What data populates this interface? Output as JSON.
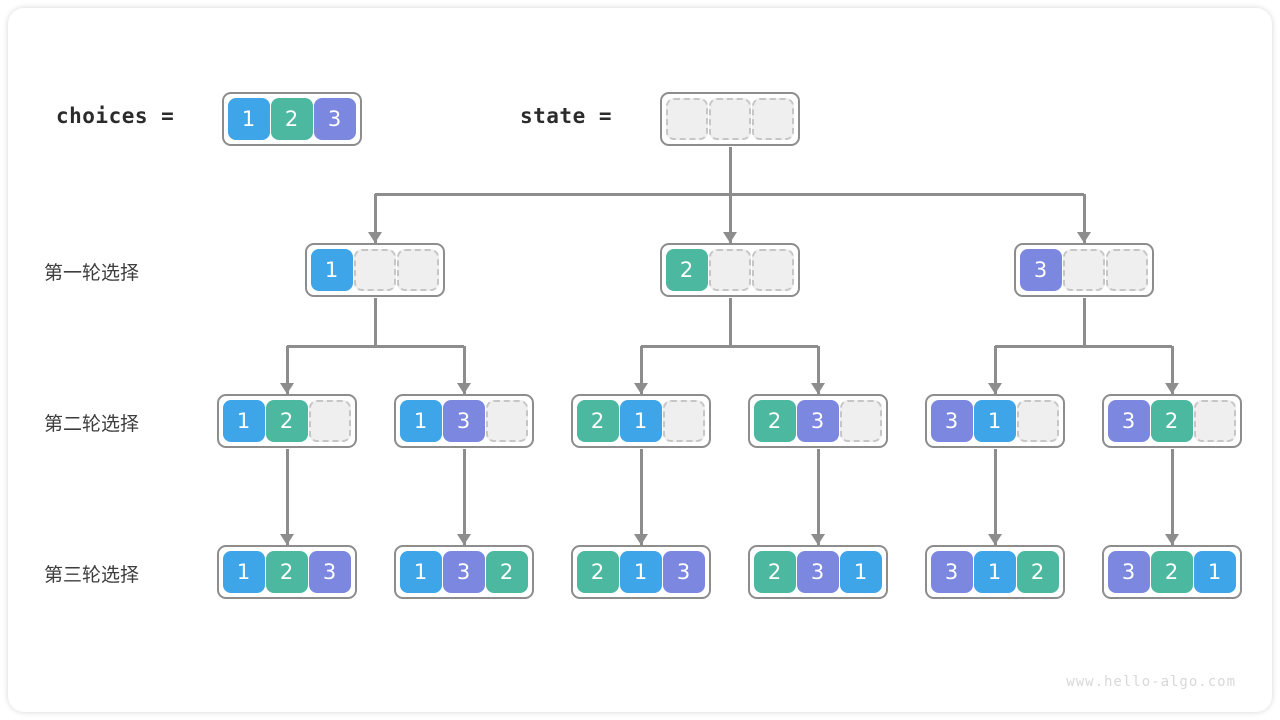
{
  "watermark": "www.hello-algo.com",
  "palette": {
    "blue": "#3DA5E8",
    "green": "#4CB8A0",
    "purple": "#7C87E0",
    "empty_fill": "#EFEFEF",
    "empty_border": "#C6C6C6",
    "node_border": "#8D8D8D",
    "line": "#8D8D8D",
    "text": "#3D3D3D"
  },
  "header": {
    "choices_label": "choices =",
    "state_label": "state =",
    "choices_values": [
      "1",
      "2",
      "3"
    ],
    "state_values": [
      "",
      "",
      ""
    ]
  },
  "rows": [
    {
      "label": "第一轮选择",
      "nodes": [
        {
          "values": [
            "1",
            "",
            ""
          ]
        },
        {
          "values": [
            "2",
            "",
            ""
          ]
        },
        {
          "values": [
            "3",
            "",
            ""
          ]
        }
      ]
    },
    {
      "label": "第二轮选择",
      "nodes": [
        {
          "values": [
            "1",
            "2",
            ""
          ]
        },
        {
          "values": [
            "1",
            "3",
            ""
          ]
        },
        {
          "values": [
            "2",
            "1",
            ""
          ]
        },
        {
          "values": [
            "2",
            "3",
            ""
          ]
        },
        {
          "values": [
            "3",
            "1",
            ""
          ]
        },
        {
          "values": [
            "3",
            "2",
            ""
          ]
        }
      ]
    },
    {
      "label": "第三轮选择",
      "nodes": [
        {
          "values": [
            "1",
            "2",
            "3"
          ]
        },
        {
          "values": [
            "1",
            "3",
            "2"
          ]
        },
        {
          "values": [
            "2",
            "1",
            "3"
          ]
        },
        {
          "values": [
            "2",
            "3",
            "1"
          ]
        },
        {
          "values": [
            "3",
            "1",
            "2"
          ]
        },
        {
          "values": [
            "3",
            "2",
            "1"
          ]
        }
      ]
    }
  ]
}
